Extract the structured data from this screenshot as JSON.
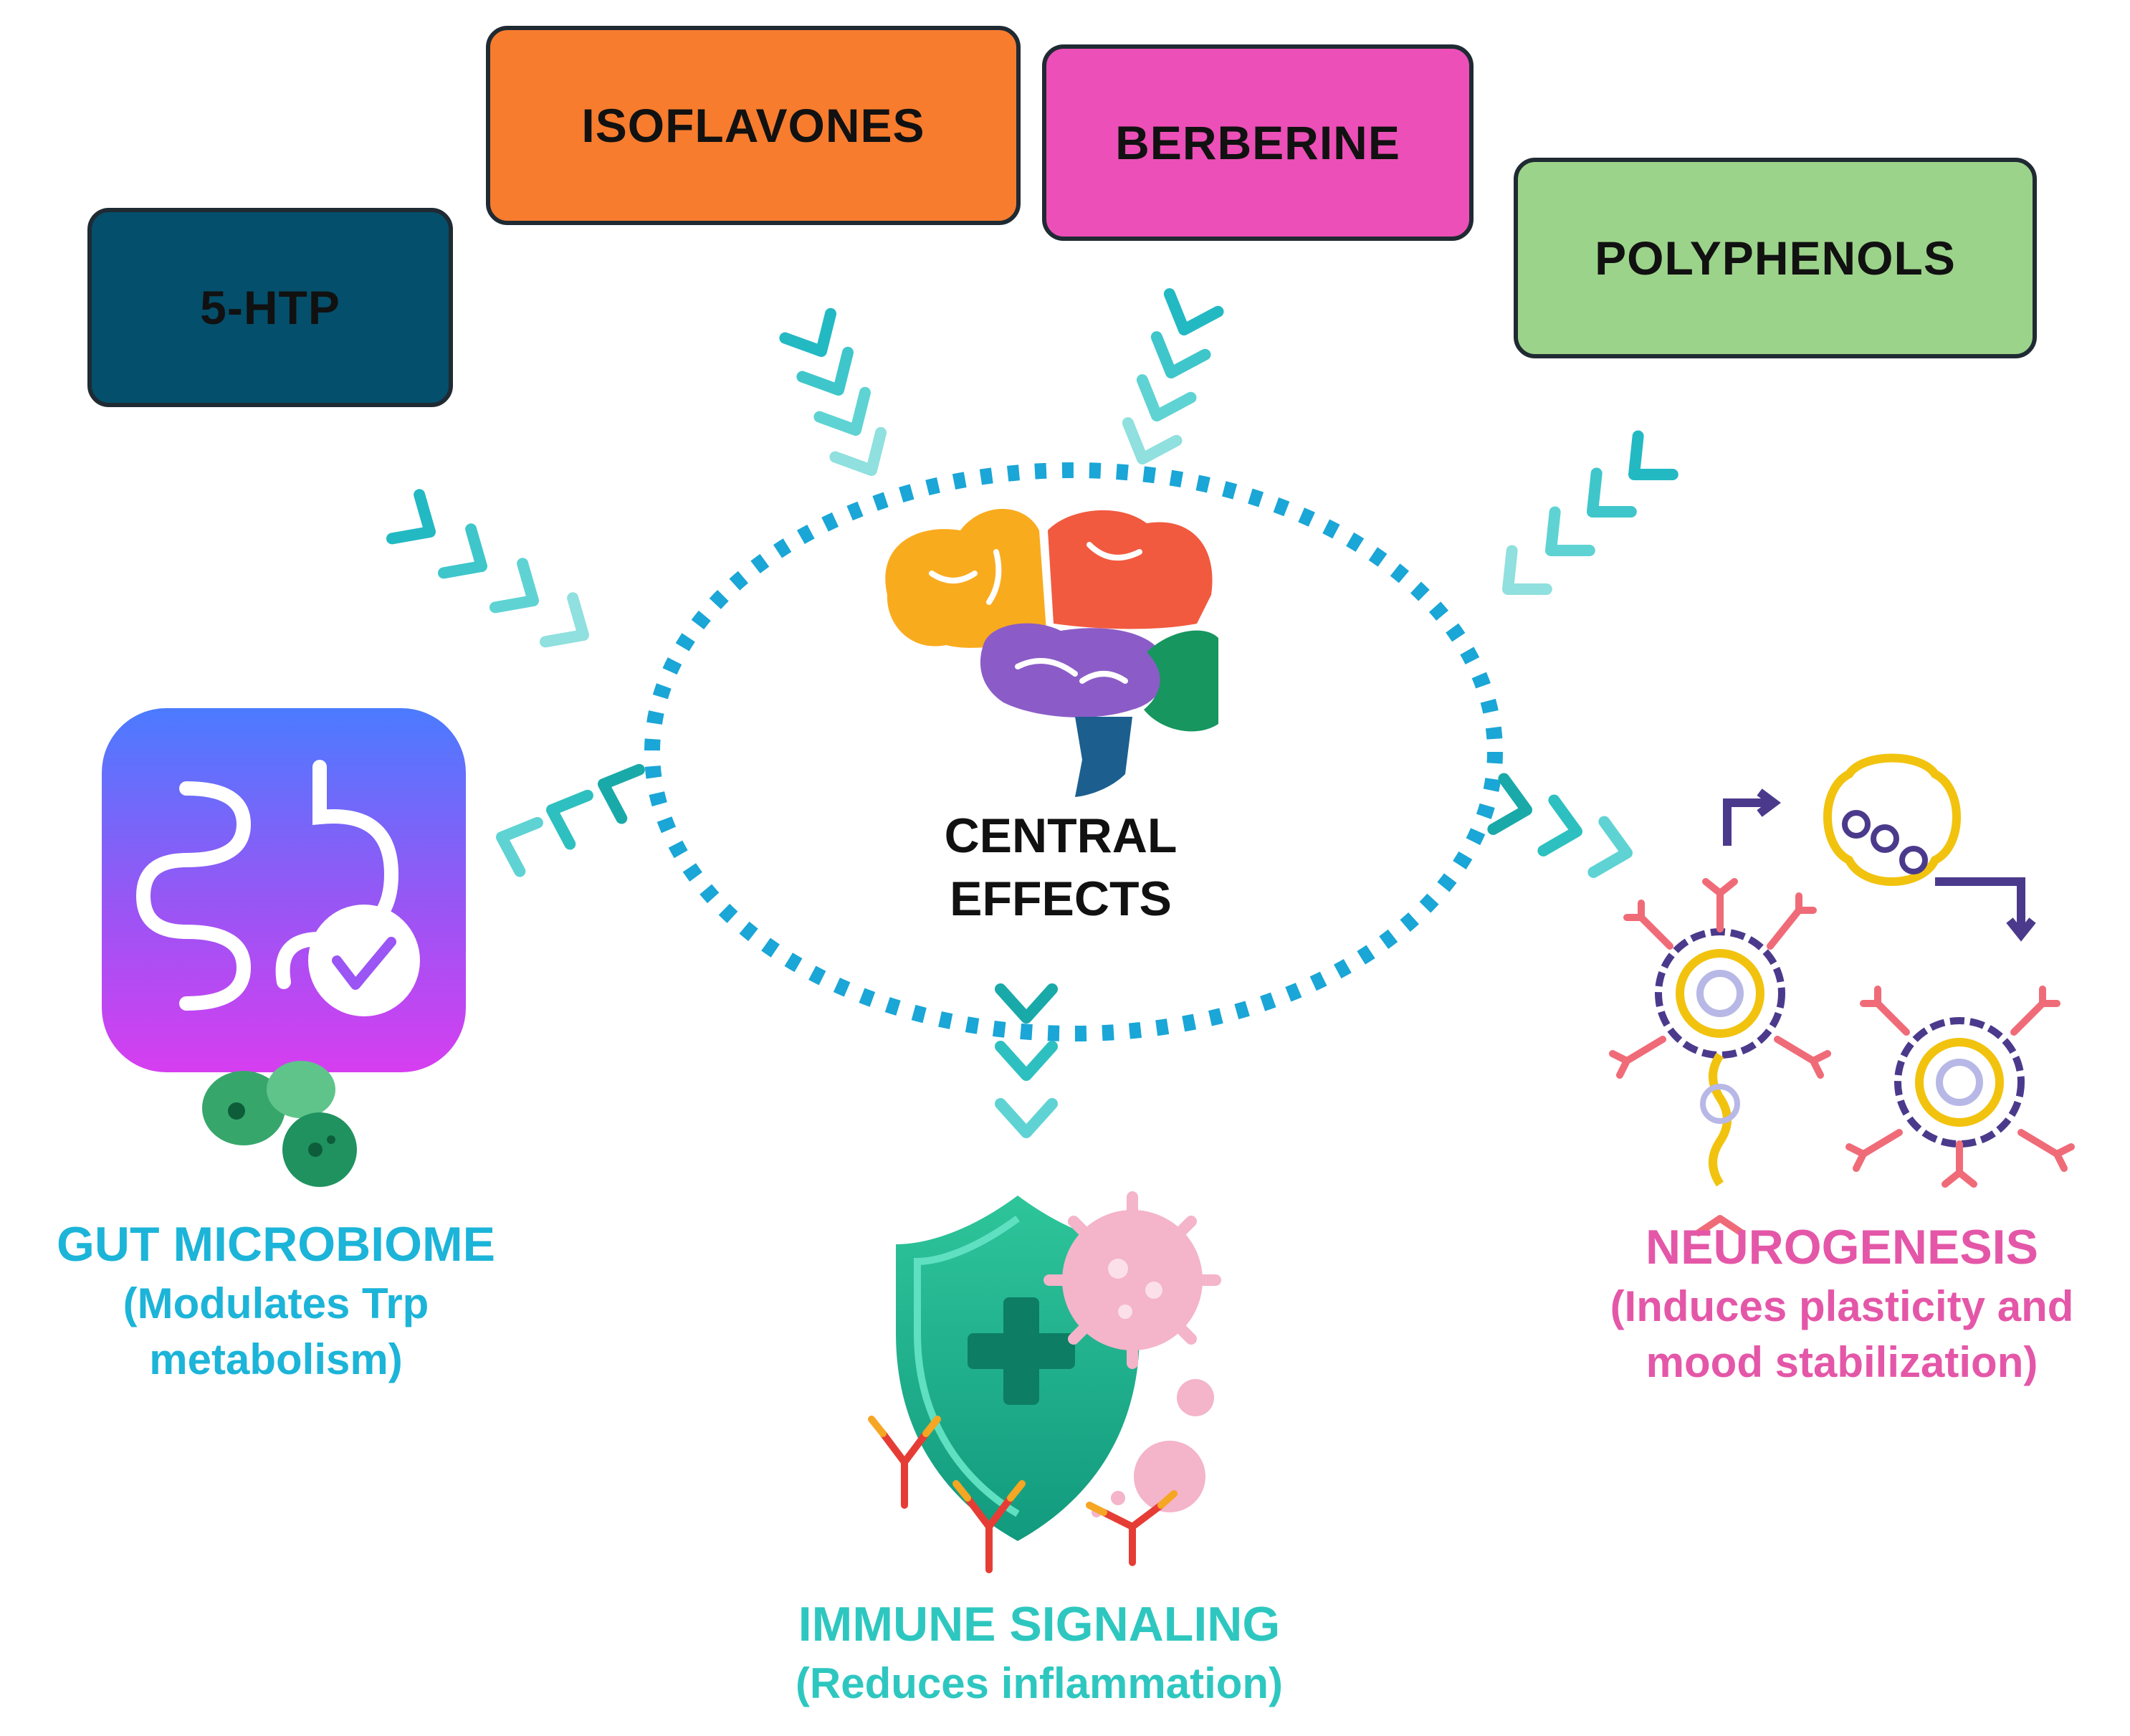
{
  "inputs": {
    "htp": {
      "label": "5-HTP",
      "color": "#044f6b",
      "text_color": "#111111"
    },
    "isoflavones": {
      "label": "ISOFLAVONES",
      "color": "#f77c2e",
      "text_color": "#111111"
    },
    "berberine": {
      "label": "BERBERINE",
      "color": "#ec4fb7",
      "text_color": "#111111"
    },
    "polyphenols": {
      "label": "POLYPHENOLS",
      "color": "#9cd38a",
      "text_color": "#111111"
    }
  },
  "center": {
    "line1": "CENTRAL",
    "line2": "EFFECTS",
    "ring_color": "#1aa6d6"
  },
  "outputs": {
    "gut": {
      "title": "GUT MICROBIOME",
      "sub1": "(Modulates Trp",
      "sub2": "metabolism)",
      "color": "#1cb4d8"
    },
    "immune": {
      "title": "IMMUNE SIGNALING",
      "sub1": "(Reduces inflammation)",
      "color": "#2ec7c0"
    },
    "neuro": {
      "title": "NEUROGENESIS",
      "sub1": "(Induces plasticity and",
      "sub2": "mood stabilization)",
      "color": "#e457a8"
    }
  },
  "icons": {
    "brain": "brain-icon",
    "gut": "gut-app-icon",
    "bacteria": "bacteria-icon",
    "shield": "shield-icon",
    "virus": "virus-icon",
    "antibody": "antibody-icon",
    "neuron": "neuron-icon"
  },
  "arrow_color": "#2bbfc8"
}
